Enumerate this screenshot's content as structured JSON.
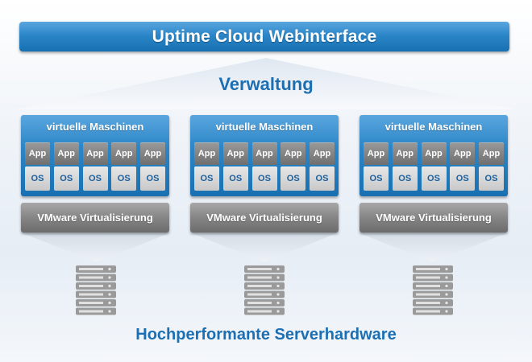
{
  "header": {
    "title": "Uptime Cloud Webinterface"
  },
  "management": {
    "label": "Verwaltung"
  },
  "groups": [
    {
      "vm_title": "virtuelle Maschinen",
      "stacks": [
        {
          "app": "App",
          "os": "OS"
        },
        {
          "app": "App",
          "os": "OS"
        },
        {
          "app": "App",
          "os": "OS"
        },
        {
          "app": "App",
          "os": "OS"
        },
        {
          "app": "App",
          "os": "OS"
        }
      ],
      "virtualization": "VMware Virtualisierung",
      "server_icon": "server-rack-icon"
    },
    {
      "vm_title": "virtuelle Maschinen",
      "stacks": [
        {
          "app": "App",
          "os": "OS"
        },
        {
          "app": "App",
          "os": "OS"
        },
        {
          "app": "App",
          "os": "OS"
        },
        {
          "app": "App",
          "os": "OS"
        },
        {
          "app": "App",
          "os": "OS"
        }
      ],
      "virtualization": "VMware Virtualisierung",
      "server_icon": "server-rack-icon"
    },
    {
      "vm_title": "virtuelle Maschinen",
      "stacks": [
        {
          "app": "App",
          "os": "OS"
        },
        {
          "app": "App",
          "os": "OS"
        },
        {
          "app": "App",
          "os": "OS"
        },
        {
          "app": "App",
          "os": "OS"
        },
        {
          "app": "App",
          "os": "OS"
        }
      ],
      "virtualization": "VMware Virtualisierung",
      "server_icon": "server-rack-icon"
    }
  ],
  "hardware": {
    "label": "Hochperformante Serverhardware"
  },
  "colors": {
    "brand_blue": "#1c6fb2",
    "panel_blue": "#2c86c7",
    "panel_gray": "#858585"
  }
}
